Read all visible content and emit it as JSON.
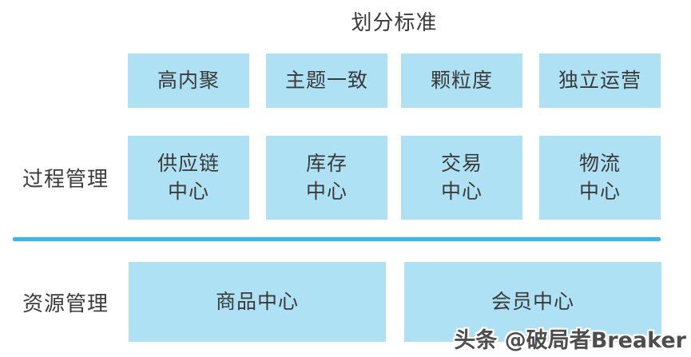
{
  "diagram": {
    "title": "划分标准",
    "criteria_row": {
      "items": [
        {
          "label": "高内聚"
        },
        {
          "label": "主题一致"
        },
        {
          "label": "颗粒度"
        },
        {
          "label": "独立运营"
        }
      ]
    },
    "process_row": {
      "label": "过程管理",
      "items": [
        {
          "label": "供应链\n中心"
        },
        {
          "label": "库存\n中心"
        },
        {
          "label": "交易\n中心"
        },
        {
          "label": "物流\n中心"
        }
      ]
    },
    "resource_row": {
      "label": "资源管理",
      "items": [
        {
          "label": "商品中心"
        },
        {
          "label": "会员中心"
        }
      ]
    },
    "colors": {
      "box_fill": "#aee1f3",
      "divider": "#35b8ee",
      "text": "#3b3b3b"
    },
    "watermark": "头条 @破局者Breaker"
  }
}
